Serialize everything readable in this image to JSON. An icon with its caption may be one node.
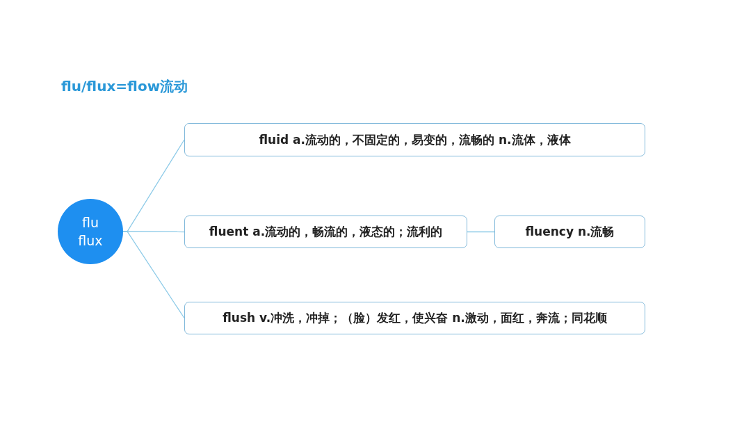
{
  "diagram": {
    "title": "flu/flux=flow流动",
    "nodes": [
      {
        "text": [
          "flu flux"
        ]
      },
      {
        "text": [
          "fluid a.流动的，不固定的，易变的，流畅的 n.流体，液体"
        ]
      },
      {
        "text": [
          "fluent a.流动的，畅流的，液态的；流利的"
        ]
      },
      {
        "text": [
          "fluency n.流畅"
        ]
      },
      {
        "text": [
          "flush v.冲洗，冲掉；（脸）发红，使兴奋 n.激动，面红，奔流；同花顺"
        ]
      }
    ],
    "edges": [
      {
        "from": 0,
        "to": 1,
        "arrow": "none"
      },
      {
        "from": 0,
        "to": 2,
        "arrow": "none"
      },
      {
        "from": 0,
        "to": 4,
        "arrow": "none"
      },
      {
        "from": 2,
        "to": 3,
        "arrow": "none"
      }
    ]
  }
}
